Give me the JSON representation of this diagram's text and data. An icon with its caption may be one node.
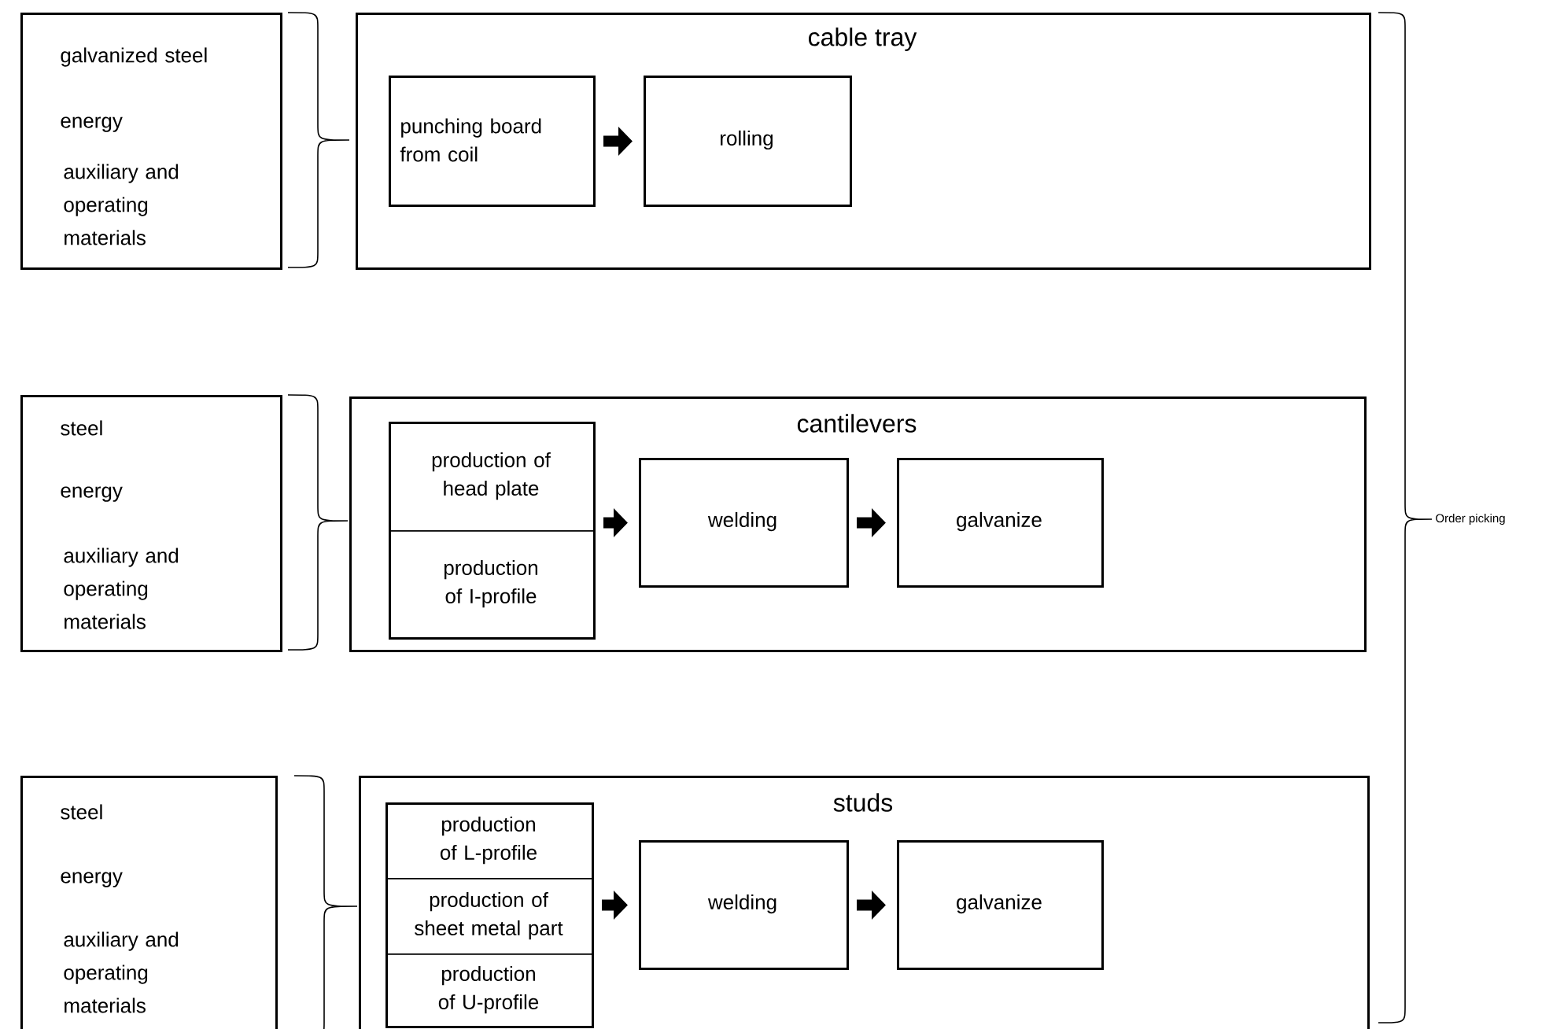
{
  "diagram": {
    "nodes": [
      {
        "text": [
          "galvanized steel",
          "energy",
          "auxiliary and operating materials"
        ]
      },
      {
        "text": [
          "cable tray"
        ]
      },
      {
        "text": [
          "punching board from coil"
        ],
        "in": 1
      },
      {
        "text": [
          "rolling"
        ],
        "in": 1
      },
      {
        "text": [
          "steel",
          "energy",
          "auxiliary and operating materials"
        ]
      },
      {
        "text": [
          "cantilevers"
        ]
      },
      {
        "text": [],
        "shape": "box",
        "in": 5
      },
      {
        "text": [
          "production of head plate"
        ],
        "in": 6
      },
      {
        "text": [
          "production of I-profile"
        ],
        "in": 6
      },
      {
        "text": [
          "welding"
        ],
        "in": 5
      },
      {
        "text": [
          "galvanize"
        ],
        "in": 5
      },
      {
        "text": [
          "steel",
          "energy",
          "auxiliary and operating materials"
        ]
      },
      {
        "text": [
          "studs"
        ]
      },
      {
        "text": [],
        "shape": "box",
        "in": 12
      },
      {
        "text": [
          "production of L-profile"
        ],
        "in": 13
      },
      {
        "text": [
          "production of sheet metal part"
        ],
        "in": 13
      },
      {
        "text": [
          "production of U-profile"
        ],
        "in": 13
      },
      {
        "text": [
          "welding"
        ],
        "in": 12
      },
      {
        "text": [
          "galvanize"
        ],
        "in": 12
      }
    ],
    "edges": [
      {
        "from": 2,
        "to": 3,
        "arrow": "to"
      },
      {
        "from": 6,
        "to": 9,
        "arrow": "to"
      },
      {
        "from": 9,
        "to": 10,
        "arrow": "to"
      },
      {
        "from": 13,
        "to": 17,
        "arrow": "to"
      },
      {
        "from": 17,
        "to": 18,
        "arrow": "to"
      }
    ],
    "labels": [
      "Order picking"
    ]
  }
}
